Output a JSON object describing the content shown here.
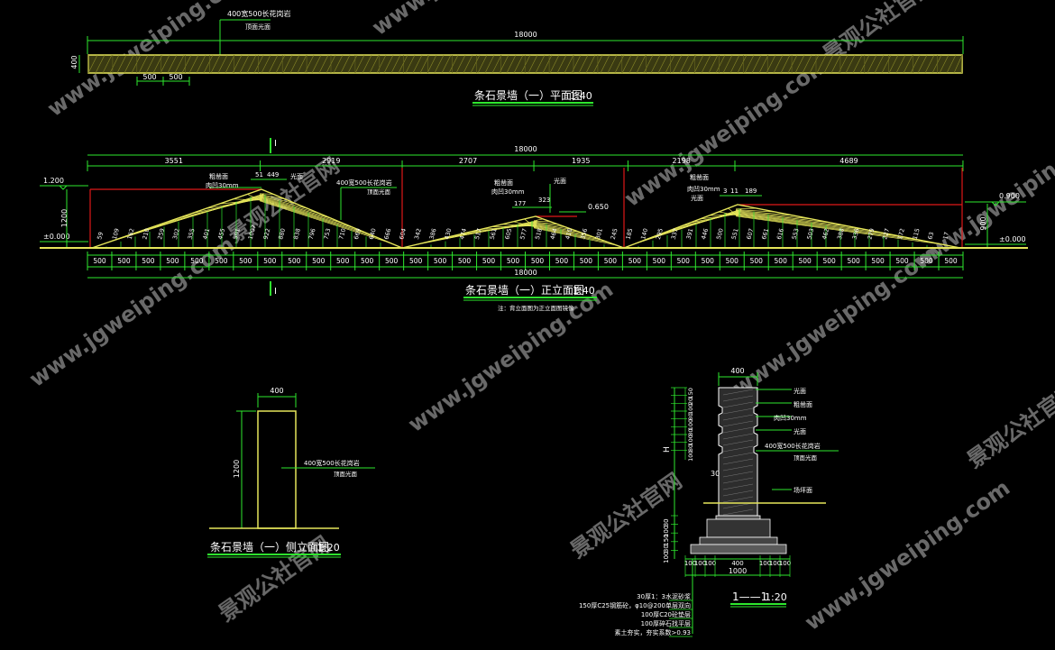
{
  "colors": {
    "dim": "#2ee82e",
    "wall": "#e6e65a",
    "red": "#e01818",
    "text": "#ffffff",
    "title": "#ffffff",
    "watermark": "#bfbfbf"
  },
  "plan": {
    "note_line1": "400宽500长花岗岩",
    "note_line2": "顶面光面",
    "total": "18000",
    "thickness": "400",
    "seg_a": "500",
    "seg_b": "500",
    "title": "条石景墙（一）平面图",
    "scale": "1:40"
  },
  "elevation": {
    "section_mark_top": "I",
    "section_mark_bottom": "I",
    "total_top": "18000",
    "top_dims": [
      "3551",
      "2919",
      "2707",
      "1935",
      "2198",
      "4689"
    ],
    "level_left_top": "1.200",
    "level_left_zero": "±0.000",
    "level_right_top": "0.900",
    "level_right_zero": "±0.000",
    "height_left": "1200",
    "height_right": "900",
    "level_mid": "0.650",
    "bottom_cells": [
      "500",
      "500",
      "500",
      "500",
      "500",
      "500",
      "500",
      "500",
      "500",
      "500",
      "500",
      "500",
      "500",
      "500",
      "500",
      "500",
      "500",
      "500",
      "500",
      "500",
      "500",
      "500",
      "500",
      "500",
      "500",
      "500",
      "500",
      "500",
      "500",
      "500",
      "500",
      "500",
      "500",
      "500",
      "500",
      "500"
    ],
    "total_bottom": "18000",
    "peak1_labels": [
      "粗凿面",
      "肉凹30mm"
    ],
    "peak1_dims": [
      "51",
      "449"
    ],
    "peak1_finish": "光面",
    "mid_note_line1": "400宽500长花岗岩",
    "mid_note_line2": "顶面光面",
    "peak2_labels": [
      "粗凿面",
      "肉凹30mm"
    ],
    "peak2_dims": [
      "177",
      "323"
    ],
    "peak2_finish": "光面",
    "peak3_labels": [
      "粗凿面",
      "肉凹30mm",
      "光面"
    ],
    "peak3_dims": [
      "3",
      "11",
      "189"
    ],
    "stone_labels": [
      "59",
      "109",
      "162",
      "210",
      "259",
      "302",
      "355",
      "401",
      "455",
      "501",
      "1007",
      "922",
      "880",
      "838",
      "796",
      "753",
      "710",
      "669",
      "640",
      "666",
      "604",
      "342",
      "386",
      "430",
      "474",
      "517",
      "561",
      "605",
      "577",
      "518",
      "464",
      "410",
      "356",
      "301",
      "245",
      "185",
      "140",
      "295",
      "337",
      "391",
      "446",
      "500",
      "551",
      "607",
      "661",
      "616",
      "553",
      "503",
      "462",
      "388",
      "336",
      "279",
      "227",
      "172",
      "115",
      "63",
      "17"
    ],
    "title": "条石景墙（一）正立面图",
    "scale": "1:40",
    "note": "注：背立面图为正立面图镜像"
  },
  "side": {
    "width": "400",
    "height": "1200",
    "note_line1": "400宽500长花岗岩",
    "note_line2": "顶面光面",
    "title": "条石景墙（一）侧立面图",
    "scale": "1:20"
  },
  "section": {
    "width_top": "400",
    "left_dims": [
      "150",
      "20",
      "100",
      "80",
      "100",
      "80",
      "100",
      "80",
      "100"
    ],
    "height_label": "H",
    "dim_30": "30",
    "right_labels": [
      "光面",
      "粗凿面",
      "肉凹30mm",
      "光面",
      "400宽500长花岗岩",
      "顶面光面"
    ],
    "ground_label": "场坪面",
    "lower_left_dims": [
      "30",
      "100",
      "150",
      "30",
      "100"
    ],
    "bottom_dims": [
      "100",
      "100",
      "100",
      "400",
      "100",
      "100",
      "100"
    ],
    "bottom_total": "1000",
    "title": "1——1",
    "scale": "1:20",
    "notes": [
      "30厚1：3水泥砂浆",
      "150厚C25钢筋砼，φ10@200单层双向",
      "100厚C20砼垫层",
      "100厚碎石找平层",
      "素土夯实，夯实系数>0.93"
    ]
  },
  "watermarks": [
    "www.jgweiping.com",
    "景观公社官网"
  ]
}
